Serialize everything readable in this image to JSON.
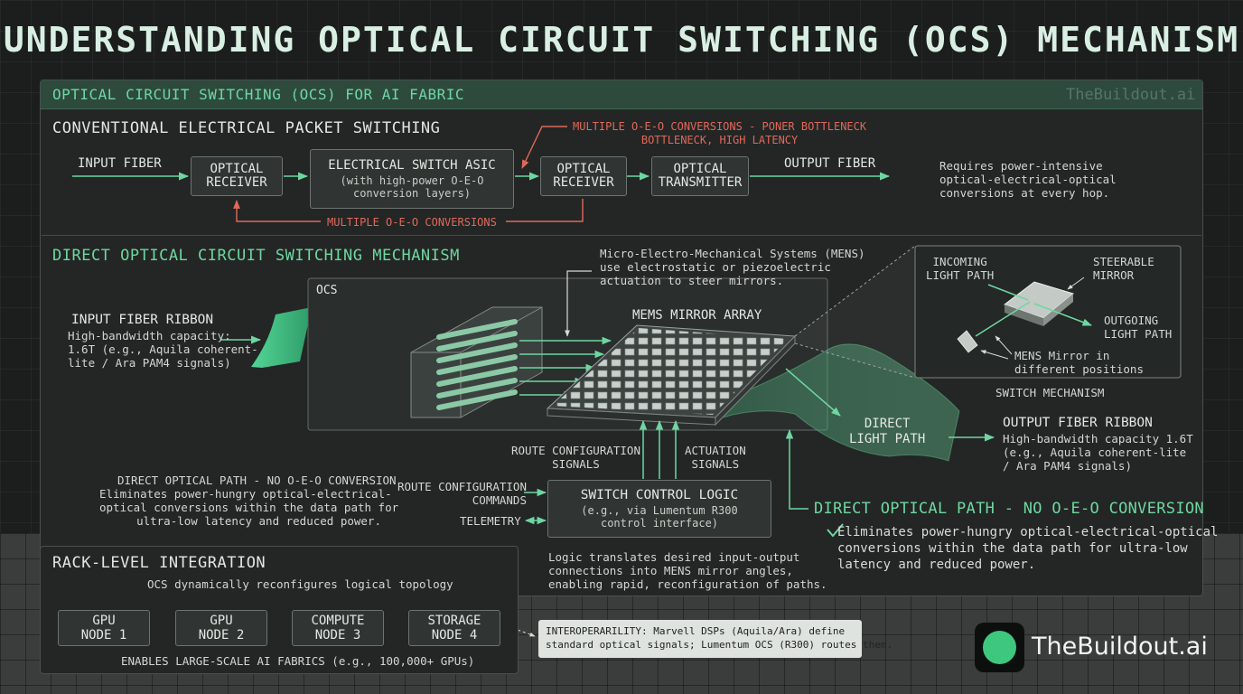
{
  "title": "UNDERSTANDING OPTICAL CIRCUIT SWITCHING (OCS) MECHANISM",
  "panel": {
    "title": "OPTICAL CIRCUIT SWITCHING (OCS) FOR AI FABRIC",
    "watermark": "TheBuildout.ai"
  },
  "conventional": {
    "title": "CONVENTIONAL ELECTRICAL PACKET SWITCHING",
    "input_fiber": "INPUT FIBER",
    "optical_receiver_1": "OPTICAL\nRECEIVER",
    "asic_title": "ELECTRICAL SWITCH ASIC",
    "asic_sub": "(with high-power O-E-O\nconversion layers)",
    "optical_receiver_2": "OPTICAL\nRECEIVER",
    "optical_transmitter": "OPTICAL\nTRANSMITTER",
    "output_fiber": "OUTPUT FIBER",
    "bottleneck_note": "MULTIPLE O-E-O CONVERSIONS - PONER BOTTLENECK\nBOTTLENECK, HIGH LATENCY",
    "loop_note": "MULTIPLE O-E-O CONVERSIONS",
    "side_note": "Requires power-intensive\noptical-electrical-optical\nconversions at every hop."
  },
  "direct": {
    "title": "DIRECT OPTICAL CIRCUIT SWITCHING MECHANISM",
    "input_ribbon_title": "INPUT FIBER RIBBON",
    "input_ribbon_desc": "High-bandwidth capacity:\n1.6T (e.g., Aquila coherent-\nlite / Ara PAM4 signals)",
    "ocs_label": "OCS",
    "mems_label": "MEMS MIRROR ARRAY",
    "mems_note": "Micro-Electro-Mechanical Systems (MENS)\nuse electrostatic or piezoelectric\nactuation to steer mirrors.",
    "direct_light": "DIRECT\nLIGHT PATH",
    "output_ribbon_title": "OUTPUT FIBER RIBBON",
    "output_ribbon_desc": "High-bandwidth capacity 1.6T\n(e.g., Aquila coherent-lite\n/ Ara PAM4 signals)",
    "route_signals": "ROUTE CONFIGURATION\nSIGNALS",
    "actuation_signals": "ACTUATION\nSIGNALS",
    "route_commands": "ROUTE CONFIGURATION\nCOMMANDS",
    "telemetry": "TELEMETRY",
    "control_title": "SWITCH CONTROL LOGIC",
    "control_sub": "(e.g., via Lumentum R300\ncontrol interface)",
    "control_note": "Logic translates desired input-output\nconnections into MENS mirror angles,\nenabling rapid, reconfiguration of paths.",
    "left_note_title": "DIRECT OPTICAL PATH - NO O-E-O CONVERSION",
    "left_note_body": "Eliminates power-hungry optical-electrical-\noptical conversions within the data path for\nultra-low latency and reduced power.",
    "right_note_title": "DIRECT OPTICAL PATH - NO O-E-O CONVERSION",
    "right_note_check": "✓",
    "right_note_body": "Eliminates power-hungry optical-electrical-optical\nconversions within the data path for ultra-low\nlatency and reduced power."
  },
  "inset": {
    "incoming": "INCOMING\nLIGHT PATH",
    "steerable": "STEERABLE\nMIRROR",
    "outgoing": "OUTGOING\nLIGHT PATH",
    "positions": "MENS Mirror in\ndifferent positions",
    "caption": "SWITCH MECHANISM"
  },
  "rack": {
    "title": "RACK-LEVEL INTEGRATION",
    "topology": "OCS dynamically reconfigures logical topology",
    "nodes": [
      "GPU\nNODE 1",
      "GPU\nNODE 2",
      "COMPUTE\nNODE 3",
      "STORAGE\nNODE 4"
    ],
    "footer": "ENABLES LARGE-SCALE AI FABRICS (e.g., 100,000+ GPUs)"
  },
  "interop": "INTEROPERARILITY: Marvell DSPs (Aquila/Ara) define\nstandard optical signals; Lumentum OCS (R300) routes them.",
  "logo": {
    "text": "TheBuildout.ai"
  },
  "colors": {
    "accent": "#6fd6a1",
    "warning": "#e0685a",
    "background": "#1c1e1e",
    "panel": "#232625"
  }
}
